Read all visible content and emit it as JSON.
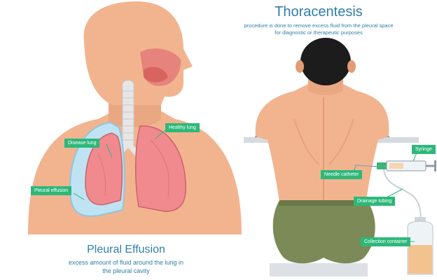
{
  "right": {
    "title": "Thoracentesis",
    "subtitle_line1": "procedure is done to remove excess fluid from the pleural space",
    "subtitle_line2": "for diagnostic or therapeutic purposes",
    "labels": {
      "syringe": "Syringe",
      "needle_catheter": "Needle catheter",
      "drainage_tubing": "Drainage tubing",
      "collection_container": "Collection container"
    }
  },
  "left": {
    "title": "Pleural Effusion",
    "subtitle_line1": "excess amount of fluid around the lung in",
    "subtitle_line2": "the pleural cavity",
    "labels": {
      "healthy_lung": "Healthy lung",
      "disease_lung": "Disease lung",
      "pleural_effusion": "Pleural effusion"
    }
  },
  "colors": {
    "skin": "#f2b48f",
    "skin_shadow": "#e29c76",
    "lung": "#f08a8f",
    "lung_outline": "#c9636b",
    "pleural_fluid": "#bfe3f2",
    "label_green": "#2db87a",
    "text_blue": "#2f7fa8",
    "pants": "#7b8a56",
    "hair": "#1c1c1c",
    "fluid_container": "#f3c38f"
  }
}
